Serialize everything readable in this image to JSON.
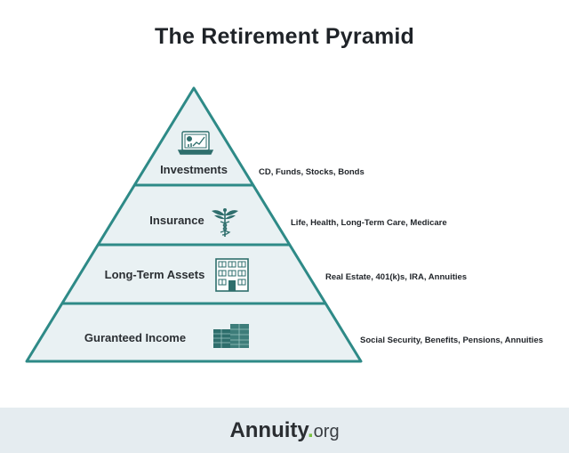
{
  "title": "The Retirement Pyramid",
  "colors": {
    "outline": "#2e8a87",
    "fill": "#e9f1f3",
    "icon": "#2e6e6c",
    "footer": "#e5ecf0",
    "logo_dot": "#7ac142"
  },
  "tiers": [
    {
      "label": "Investments",
      "description": "CD, Funds, Stocks, Bonds",
      "icon": "laptop-chart-icon"
    },
    {
      "label": "Insurance",
      "description": "Life, Health, Long-Term Care, Medicare",
      "icon": "caduceus-icon"
    },
    {
      "label": "Long-Term Assets",
      "description": "Real Estate, 401(k)s, IRA, Annuities",
      "icon": "building-icon"
    },
    {
      "label": "Guranteed Income",
      "description": "Social Security, Benefits, Pensions, Annuities",
      "icon": "cash-stacks-icon"
    }
  ],
  "footer": {
    "logo_name": "Annuity",
    "logo_dot": ".",
    "logo_tld": "org"
  }
}
